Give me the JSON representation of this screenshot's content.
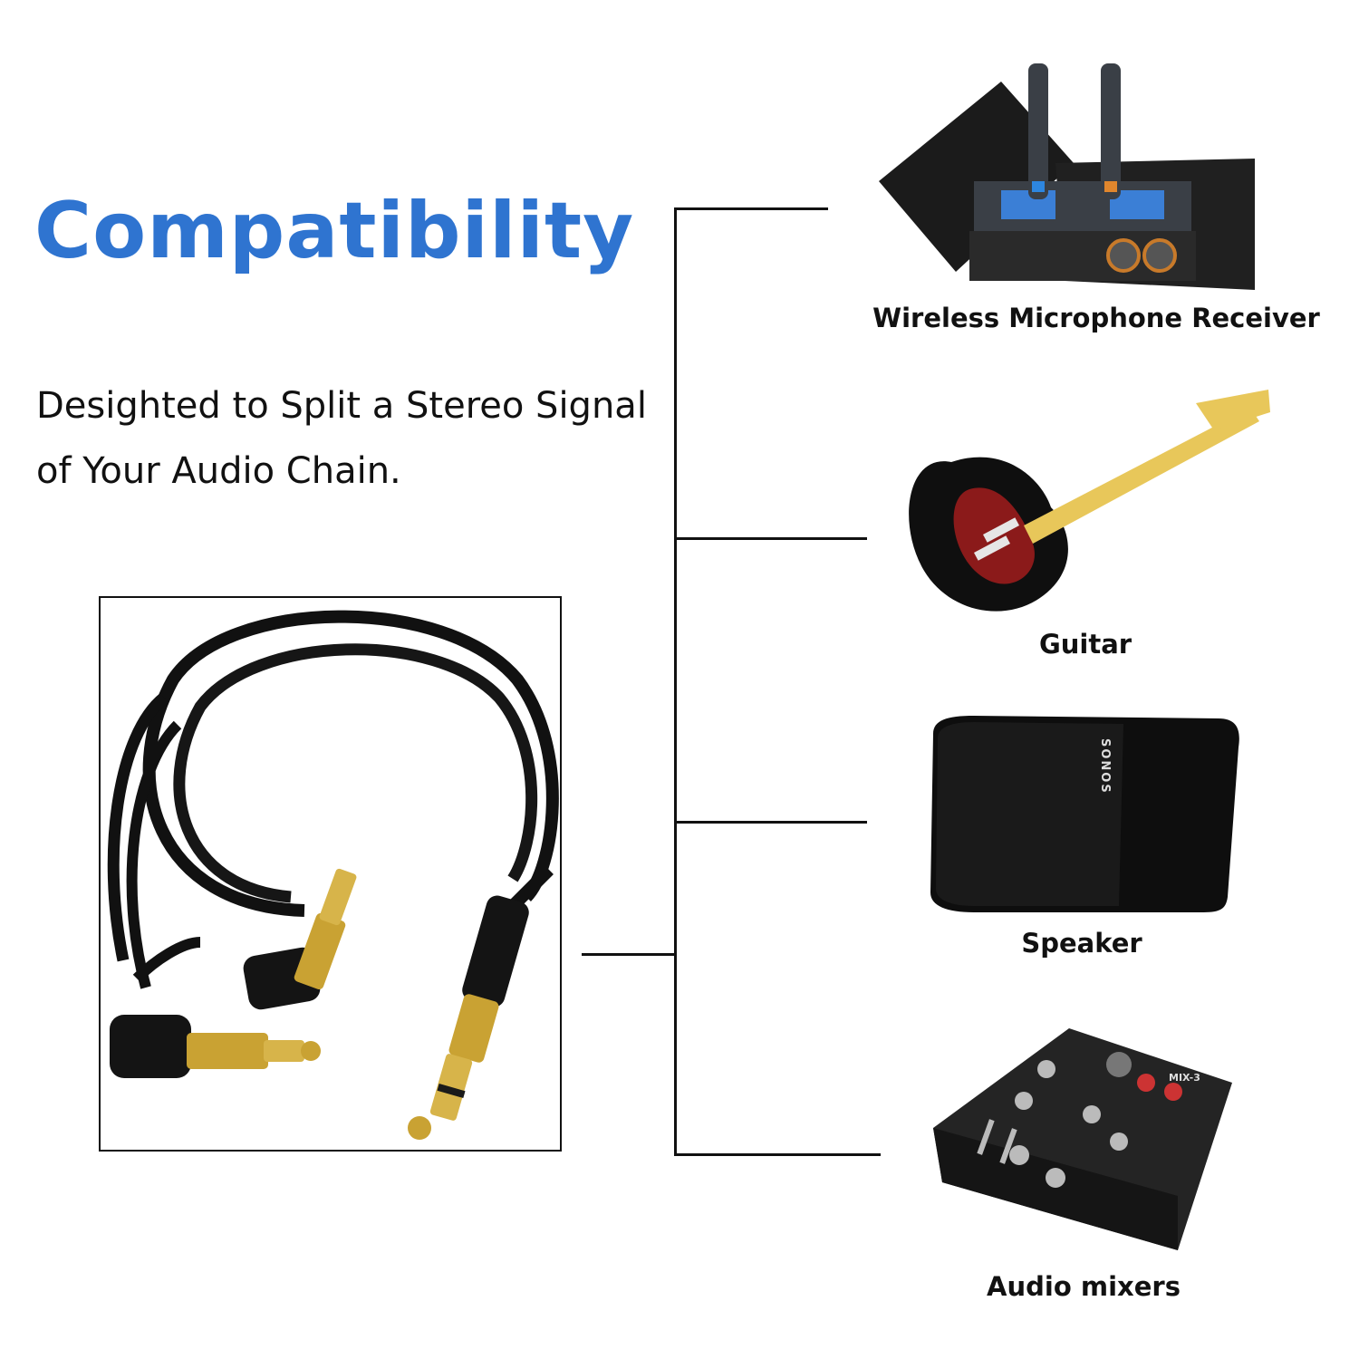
{
  "heading": {
    "title": "Compatibility",
    "subtitle": "Desighted to Split a Stereo Signal of Your Audio Chain."
  },
  "devices": [
    {
      "label": "Wireless Microphone Receiver",
      "icon": "wireless-microphone-receiver-icon"
    },
    {
      "label": "Guitar",
      "icon": "electric-guitar-icon"
    },
    {
      "label": "Speaker",
      "icon": "speaker-icon"
    },
    {
      "label": "Audio mixers",
      "icon": "audio-mixer-icon"
    }
  ],
  "product": {
    "icon": "stereo-splitter-cable-icon"
  },
  "printed_marks": {
    "speaker_brand": "SONOS",
    "mixer_model": "MIX-3"
  },
  "colors": {
    "title": "#2f74d0",
    "text": "#111111",
    "gold_plug": "#c9a233",
    "cable": "#111111",
    "pickguard": "#8b1a1a",
    "fretboard": "#e8c75a"
  }
}
